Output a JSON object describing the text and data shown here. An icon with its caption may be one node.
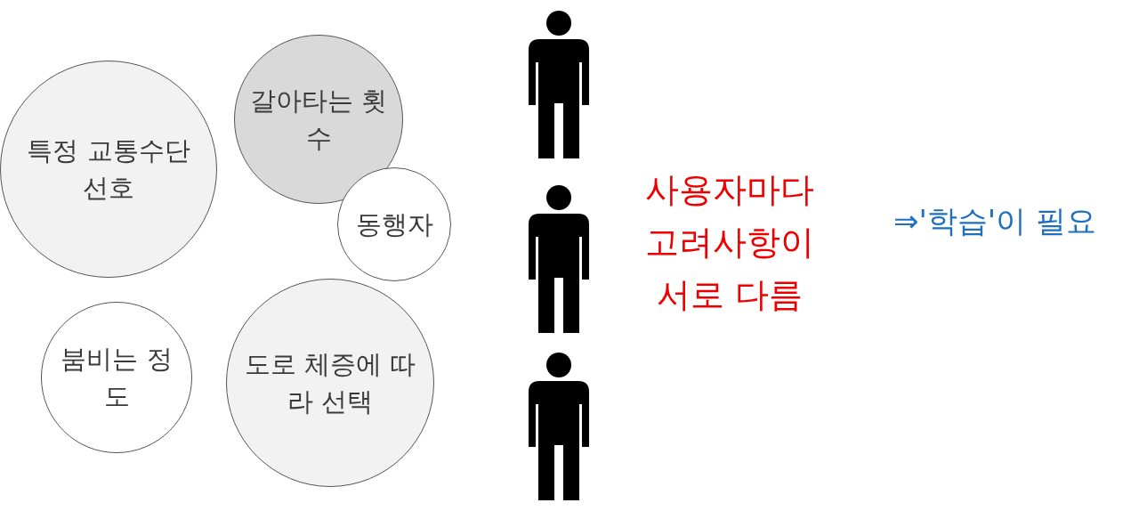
{
  "diagram": {
    "nodes": [
      {
        "text": [
          "특정 교통수단 선호"
        ]
      },
      {
        "text": [
          "갈아타는 횟수"
        ]
      },
      {
        "text": [
          "동행자"
        ]
      },
      {
        "text": [
          "붐비는 정도"
        ]
      },
      {
        "text": [
          "도로 체증에 따라 선택"
        ]
      }
    ],
    "labels": [
      "사용자마다 고려사항이 서로 다름",
      "⇒'학습'이 필요"
    ]
  }
}
